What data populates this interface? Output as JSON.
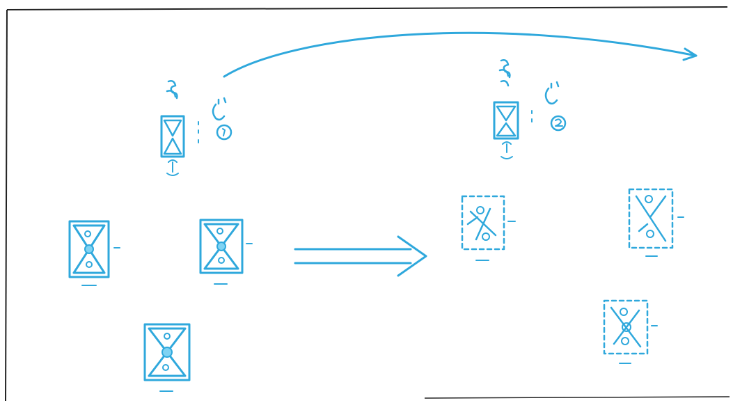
{
  "colors": {
    "ink": "#2fa8dc",
    "ink_light": "#7fd3f3",
    "frame": "#222222",
    "paper": "#ffffff"
  },
  "diagram": {
    "transform_arrow": "double-right-arrow",
    "curved_arrow": "curve-right-arrow",
    "left_group": {
      "items": [
        {
          "style": "solid"
        },
        {
          "style": "solid"
        },
        {
          "style": "solid"
        }
      ]
    },
    "right_group": {
      "items": [
        {
          "style": "dashed"
        },
        {
          "style": "dashed"
        },
        {
          "style": "dashed"
        }
      ]
    },
    "top_left_figure": {
      "style": "solid"
    },
    "top_right_figure": {
      "style": "solid"
    }
  }
}
